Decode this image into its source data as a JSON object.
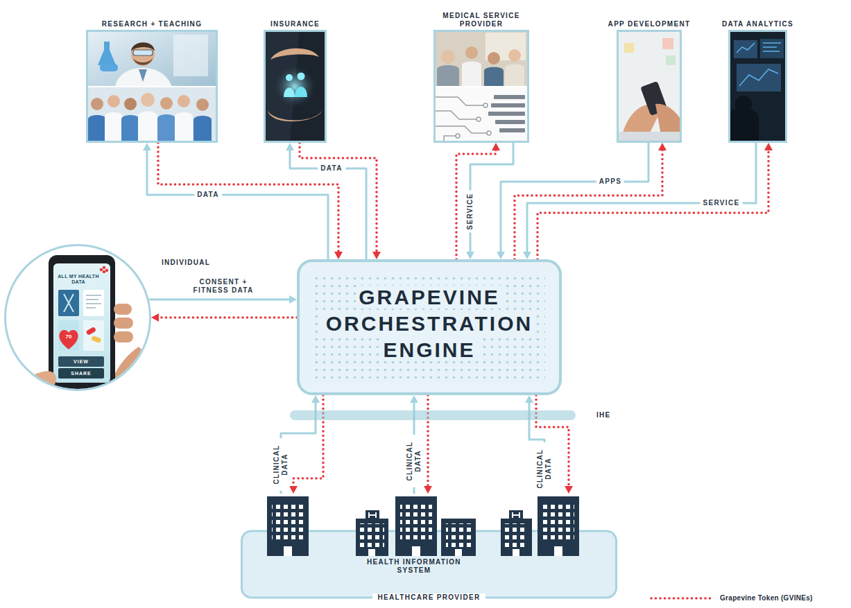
{
  "diagram": {
    "nodes": [
      {
        "text": [
          "RESEARCH + TEACHING"
        ]
      },
      {
        "text": [
          "INSURANCE"
        ]
      },
      {
        "text": [
          "MEDICAL SERVICE PROVIDER"
        ]
      },
      {
        "text": [
          "APP DEVELOPMENT"
        ]
      },
      {
        "text": [
          "DATA ANALYTICS"
        ]
      },
      {
        "text": [
          "INDIVIDUAL"
        ]
      },
      {
        "text": [
          "GRAPEVINE ORCHESTRATION ENGINE"
        ]
      },
      {
        "text": [
          "IHE"
        ]
      },
      {
        "text": [
          "HEALTH INFORMATION SYSTEM",
          "HEALTHCARE PROVIDER"
        ]
      }
    ],
    "edges": [
      {
        "from": 6,
        "to": 0,
        "label": "DATA",
        "arrow": "to"
      },
      {
        "from": 0,
        "to": 6,
        "arrow": "to"
      },
      {
        "from": 6,
        "to": 1,
        "label": "DATA",
        "arrow": "to"
      },
      {
        "from": 1,
        "to": 6,
        "arrow": "to"
      },
      {
        "from": 2,
        "to": 6,
        "label": "SERVICE",
        "arrow": "to"
      },
      {
        "from": 6,
        "to": 2,
        "arrow": "to"
      },
      {
        "from": 3,
        "to": 6,
        "label": "APPS",
        "arrow": "to"
      },
      {
        "from": 6,
        "to": 3,
        "arrow": "to"
      },
      {
        "from": 4,
        "to": 6,
        "label": "SERVICE",
        "arrow": "to"
      },
      {
        "from": 6,
        "to": 4,
        "arrow": "to"
      },
      {
        "from": 5,
        "to": 6,
        "label": "CONSENT + FITNESS DATA",
        "arrow": "to"
      },
      {
        "from": 6,
        "to": 5,
        "arrow": "to"
      },
      {
        "from": 8,
        "to": 6,
        "label": "CLINICAL DATA",
        "arrow": "to"
      },
      {
        "from": 6,
        "to": 8,
        "arrow": "to"
      },
      {
        "from": 8,
        "to": 6,
        "label": "CLINICAL DATA",
        "arrow": "to"
      },
      {
        "from": 6,
        "to": 8,
        "arrow": "to"
      },
      {
        "from": 8,
        "to": 6,
        "label": "CLINICAL DATA",
        "arrow": "to"
      },
      {
        "from": 6,
        "to": 8,
        "arrow": "to"
      }
    ],
    "labels": [
      "ALL MY HEALTH DATA",
      "70",
      "VIEW",
      "SHARE"
    ],
    "legend": [
      {
        "text": "Grapevine Token (GVINEs)"
      }
    ]
  }
}
